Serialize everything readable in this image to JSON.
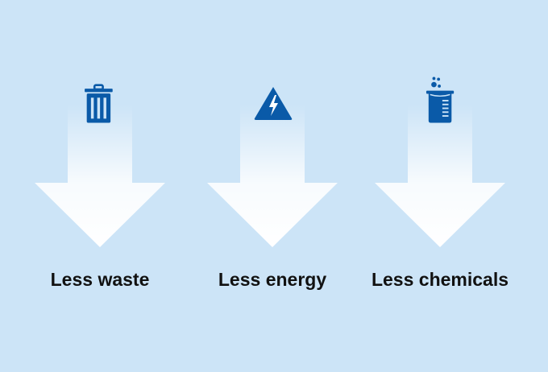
{
  "items": [
    {
      "label": "Less waste",
      "icon": "trash-icon"
    },
    {
      "label": "Less energy",
      "icon": "electricity-warning-icon"
    },
    {
      "label": "Less chemicals",
      "icon": "beaker-icon"
    }
  ],
  "colors": {
    "background": "#cce4f7",
    "icon": "#0a5aa8",
    "arrow": "#ffffff",
    "text": "#111111"
  }
}
